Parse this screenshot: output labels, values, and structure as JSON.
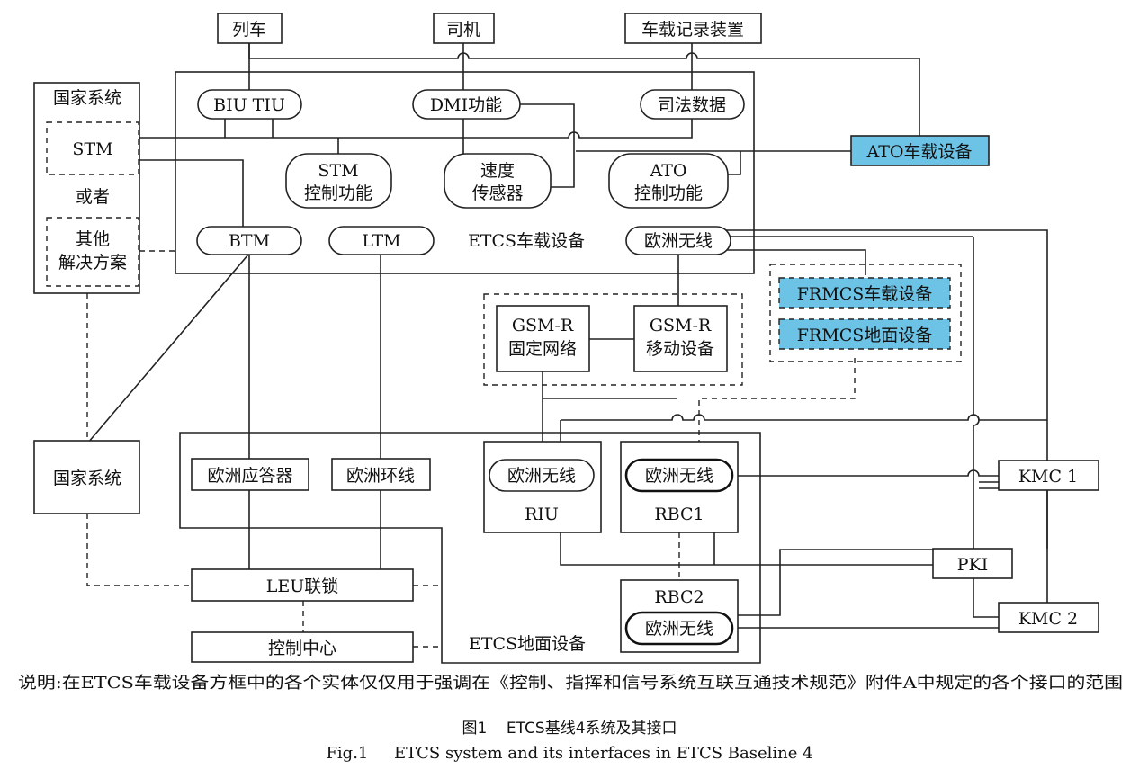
{
  "nodes": {
    "train": "列车",
    "driver": "司机",
    "recorder": "车载记录装置",
    "national_system_top": "国家系统",
    "stm": "STM",
    "or": "或者",
    "other_solution_1": "其他",
    "other_solution_2": "解决方案",
    "biu_tiu": "BIU TIU",
    "dmi": "DMI功能",
    "judicial": "司法数据",
    "ato_onboard": "ATO车载设备",
    "stm_ctrl_1": "STM",
    "stm_ctrl_2": "控制功能",
    "speed_1": "速度",
    "speed_2": "传感器",
    "ato_ctrl_1": "ATO",
    "ato_ctrl_2": "控制功能",
    "btm": "BTM",
    "ltm": "LTM",
    "etcs_onboard": "ETCS车载设备",
    "euroradio_onboard": "欧洲无线",
    "frmcs_onboard": "FRMCS车载设备",
    "frmcs_ground": "FRMCS地面设备",
    "gsmr_fixed_1": "GSM-R",
    "gsmr_fixed_2": "固定网络",
    "gsmr_mobile_1": "GSM-R",
    "gsmr_mobile_2": "移动设备",
    "national_system_bottom": "国家系统",
    "eurobalise": "欧洲应答器",
    "euroloop": "欧洲环线",
    "riu_radio": "欧洲无线",
    "riu": "RIU",
    "rbc1_radio": "欧洲无线",
    "rbc1": "RBC1",
    "kmc1": "KMC 1",
    "pki": "PKI",
    "leu": "LEU联锁",
    "rbc2": "RBC2",
    "rbc2_radio": "欧洲无线",
    "kmc2": "KMC 2",
    "control_center": "控制中心",
    "etcs_ground": "ETCS地面设备"
  },
  "note": "说明:在ETCS车载设备方框中的各个实体仅仅用于强调在《控制、指挥和信号系统互联互通技术规范》附件A中规定的各个接口的范围",
  "caption": {
    "cn": "图1    ETCS基线4系统及其接口",
    "en": "Fig.1     ETCS system and its interfaces in ETCS Baseline 4"
  },
  "colors": {
    "highlight": "#6cc3e6",
    "line": "#222222"
  }
}
